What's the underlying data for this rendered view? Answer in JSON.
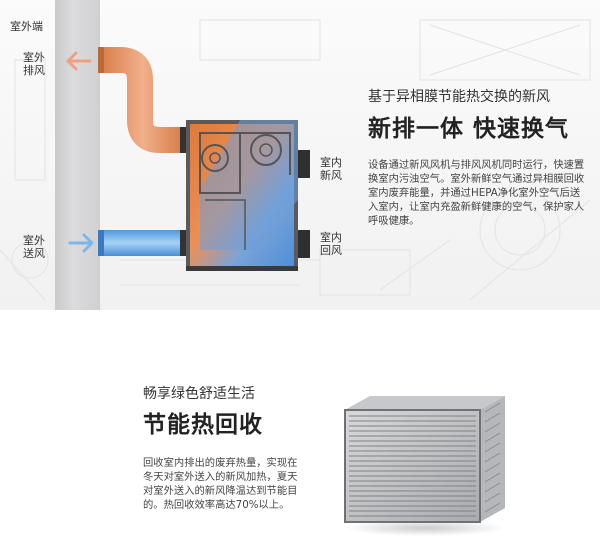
{
  "diagram": {
    "outdoor_side_label": "室外端",
    "outdoor_exhaust_label": "室外\n排风",
    "outdoor_supply_label": "室外\n送风",
    "indoor_fresh_label": "室内\n新风",
    "indoor_return_label": "室内\n回风",
    "colors": {
      "warm_duct": "#e59a6c",
      "cool_duct": "#6aaee8",
      "warm_arrow": "#f0a080",
      "cool_arrow": "#7ab8ec",
      "unit_warm": "#e07a3a",
      "unit_cool": "#4e8fd8"
    }
  },
  "feature_1": {
    "subtitle": "基于异相膜节能热交换的新风",
    "title": "新排一体 快速换气",
    "description": "设备通过新风风机与排风风机同时运行，快速置换室内污浊空气。室外新鲜空气通过异相膜回收室内废弃能量，并通过HEPA净化室外空气后送入室内，让室内充盈新鲜健康的空气，保护家人呼吸健康。"
  },
  "feature_2": {
    "subtitle": "畅享绿色舒适生活",
    "title": "节能热回收",
    "description": "回收室内排出的废弃热量，实现在冬天对室外送入的新风加热，夏天对室外送入的新风降温达到节能目的。热回收效率高达70%以上。"
  }
}
